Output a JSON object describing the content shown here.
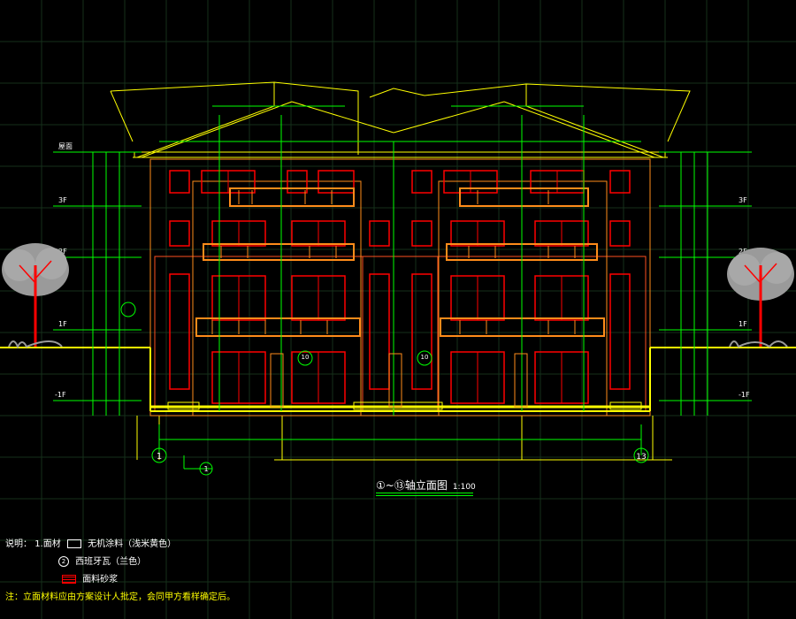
{
  "drawing": {
    "title": "①~⑬轴立面图",
    "scale": "1:100"
  },
  "levels": {
    "left": [
      "屋面",
      "3F",
      "2F",
      "1F",
      "-1F"
    ],
    "right": [
      "3F",
      "2F",
      "1F",
      "-1F"
    ]
  },
  "axis_labels": {
    "left": "1",
    "right": "13",
    "detail_a": "1",
    "detail_b": "10"
  },
  "notes": {
    "prefix": "说明：",
    "item1_num": "1.面材",
    "item1_text": "无机涂料（浅米黄色）",
    "item2_num": "2",
    "item2_text": "西班牙瓦（兰色）",
    "item3_text": "面料砂浆",
    "footnote": "注：立面材料应由方案设计人批定，会同甲方看样确定后。"
  },
  "colors": {
    "background": "#000000",
    "grid": "#1a3b1a",
    "dims": "#00ff00",
    "outline": "#ffff00",
    "windows": "#ff0000",
    "balcony": "#ff8c1a",
    "tree": "#a0a0a0"
  }
}
